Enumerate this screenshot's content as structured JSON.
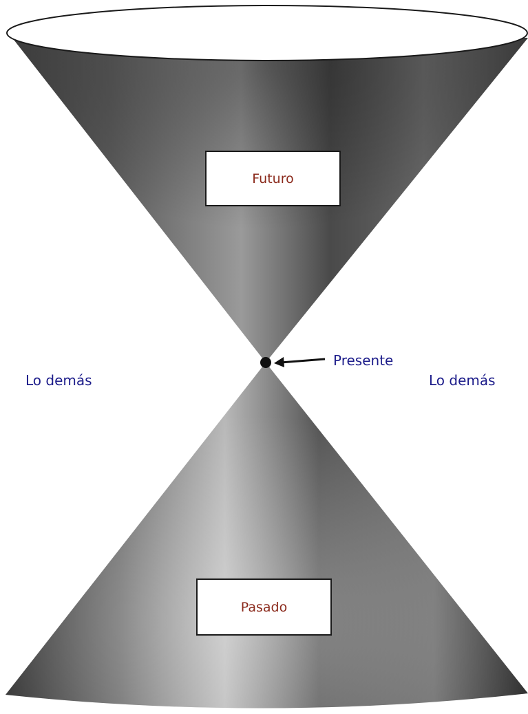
{
  "diagram": {
    "future_label": "Futuro",
    "past_label": "Pasado",
    "present_label": "Presente",
    "left_label": "Lo demás",
    "right_label": "Lo demás"
  },
  "colors": {
    "cone_dark": "#2b2b2b",
    "cone_mid": "#6a6a6a",
    "cone_light": "#bdbdbd",
    "box_text": "#8b2a1c",
    "side_text": "#1c1c8a"
  },
  "icons": {
    "present_marker": "dot-icon",
    "pointer": "arrow-left-icon"
  }
}
